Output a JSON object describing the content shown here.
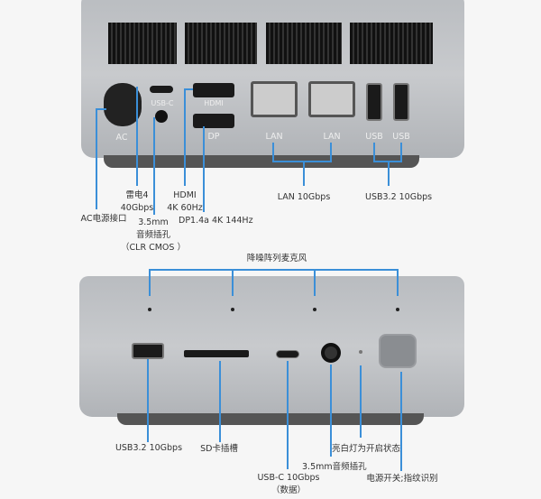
{
  "rear": {
    "port_labels": {
      "ac": "AC",
      "usbc": "USB-C",
      "dp": "DP",
      "lan1": "LAN",
      "lan2": "LAN",
      "usb1": "USB",
      "usb2": "USB",
      "hdmi": "HDMI"
    },
    "callouts": {
      "ac": "AC电源接口",
      "tb4_1": "雷电4",
      "tb4_2": "40Gbps",
      "audio_1": "3.5mm",
      "audio_2": "音频插孔",
      "audio_3": "（CLR CMOS ）",
      "hdmi_1": "HDMI",
      "hdmi_2": "4K 60Hz",
      "dp": "DP1.4a 4K 144Hz",
      "lan": "LAN 10Gbps",
      "usb": "USB3.2 10Gbps"
    }
  },
  "front": {
    "callouts": {
      "mics": "降噪阵列麦克风",
      "usb": "USB3.2 10Gbps",
      "sd": "SD卡插槽",
      "usbc_1": "USB-C 10Gbps",
      "usbc_2": "（数据）",
      "audio": "3.5mm音频插孔",
      "led": "亮白灯为开启状态",
      "power": "电源开关;指纹识别"
    }
  },
  "colors": {
    "callout_line": "#3b8fd8"
  }
}
